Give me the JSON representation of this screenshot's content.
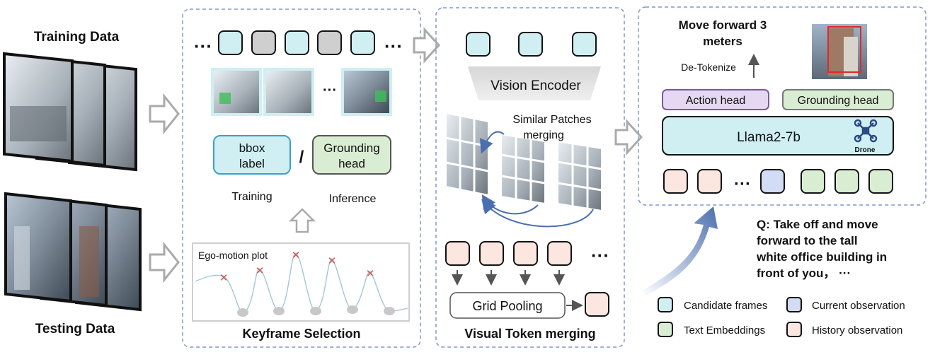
{
  "colors": {
    "candidate": "#cfeff2",
    "current": "#d2dcf4",
    "text_emb": "#d9edd3",
    "history": "#fbe6e0",
    "gray_token": "#cfcfcf",
    "panel_border": "#7d98d6",
    "accent_red": "#d9534f",
    "llm_fill": "#cfeff2",
    "action_fill": "#e5d9f1",
    "grounding_fill": "#d9edd3",
    "bbox_fill": "#cfeff2"
  },
  "left": {
    "training_label": "Training Data",
    "testing_label": "Testing Data"
  },
  "keyframe": {
    "title": "Keyframe Selection",
    "ellipsis_left": "···",
    "ellipsis_right": "···",
    "frame_ellipsis": "···",
    "bbox_label_line1": "bbox",
    "bbox_label_line2": "label",
    "slash": "/",
    "grounding_line1": "Grounding",
    "grounding_line2": "head",
    "training": "Training",
    "inference": "Inference",
    "plot_title": "Ego-motion plot",
    "marker_symbol": "✕"
  },
  "visual": {
    "title": "Visual Token merging",
    "encoder": "Vision Encoder",
    "similar_line1": "Similar Patches",
    "similar_line2": "merging",
    "grid_pooling": "Grid Pooling",
    "ellipsis": "···"
  },
  "llm": {
    "output_line1": "Move forward 3",
    "output_line2": "meters",
    "detokenize": "De-Tokenize",
    "action_head": "Action head",
    "grounding_head": "Grounding head",
    "model": "Llama2-7b",
    "drone": "Drone",
    "ellipsis": "···"
  },
  "question": {
    "line1": "Q: Take off and move",
    "line2": "forward to the tall",
    "line3": "white office building in",
    "line4": "front of you，  ···"
  },
  "legend": {
    "candidate": "Candidate frames",
    "current": "Current observation",
    "text": "Text Embeddings",
    "history": "History observation"
  }
}
